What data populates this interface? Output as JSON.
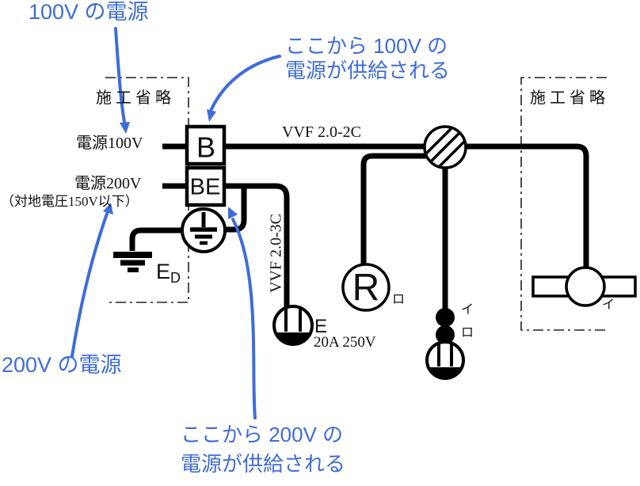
{
  "colors": {
    "annotation_blue": "#3f6cd8",
    "wire_black": "#000000"
  },
  "annotations": {
    "power100_callout": "100V の電源",
    "supply100": {
      "line1": "ここから 100V の",
      "line2": "電源が供給される"
    },
    "power200_callout": "200V の電源",
    "supply200": {
      "line1": "ここから 200V の",
      "line2": "電源が供給される"
    }
  },
  "labels": {
    "left_omitted": "施工省略",
    "right_omitted": "施工省略",
    "source100": "電源100V",
    "source200": "電源200V",
    "source200_note": "（対地電圧150V以下）",
    "cable_main": "VVF 2.0-2C",
    "cable_branch": "VVF 2.0-3C",
    "breaker": "B",
    "elb": "BE",
    "earth_main": "E",
    "earth_sub": "D",
    "receptacle": "R",
    "receptacle_circuit": "ロ",
    "outlet_earth": "E",
    "outlet_rating": "20A 250V",
    "switch_i": "イ",
    "switch_ro": "ロ",
    "light_circuit": "イ"
  }
}
